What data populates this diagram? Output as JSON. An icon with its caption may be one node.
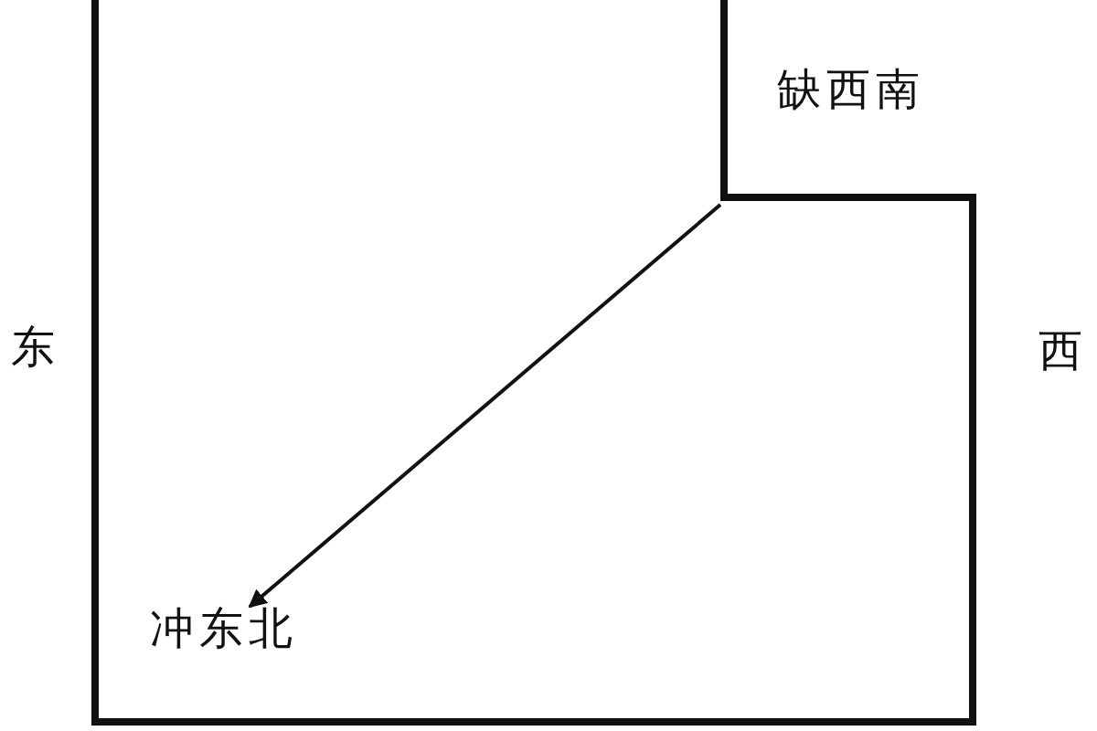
{
  "diagram": {
    "nodes": [
      {
        "text": [],
        "shape": "box"
      },
      {
        "text": [
          "冲东北"
        ],
        "in": 0
      }
    ],
    "edges": [
      {
        "from": null,
        "to": 1,
        "arrow": "to"
      }
    ],
    "labels": [
      "缺西南",
      "东",
      "西"
    ]
  }
}
